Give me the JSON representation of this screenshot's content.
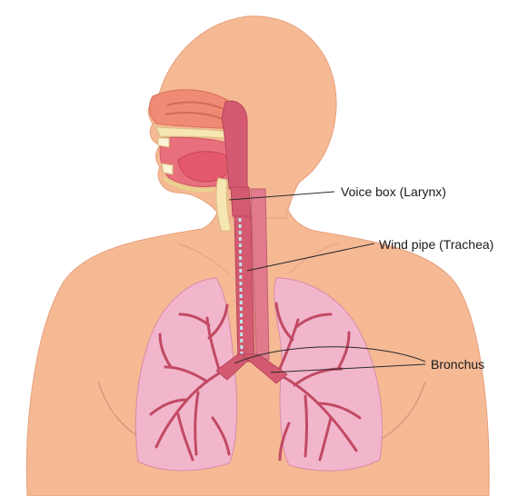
{
  "labels": {
    "voice_box": "Voice box (Larynx)",
    "wind_pipe": "Wind pipe (Trachea)",
    "bronchus": "Bronchus"
  },
  "colors": {
    "skin": "#f5b994",
    "skin_outline": "#e6a07e",
    "lung": "#f2b6cc",
    "lung_outline": "#d98aa6",
    "airway": "#d35a70",
    "airway_dark": "#b8455c",
    "nasal": "#ef8a74",
    "mouth": "#e7707c",
    "tooth": "#f6e7b2",
    "cartilage": "#bfe3ee"
  }
}
